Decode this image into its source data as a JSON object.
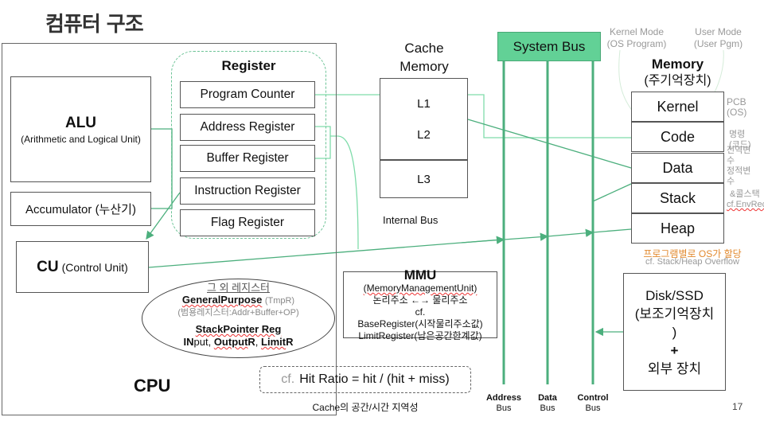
{
  "title": "컴퓨터 구조",
  "cpu": {
    "label": "CPU",
    "alu": {
      "name": "ALU",
      "desc": "(Arithmetic and Logical Unit)"
    },
    "accumulator": "Accumulator (누산기)",
    "cu": {
      "name": "CU",
      "desc": "(Control Unit)"
    },
    "register_group": {
      "title": "Register",
      "items": [
        "Program Counter",
        "Address Register",
        "Buffer Register",
        "Instruction Register",
        "Flag Register"
      ]
    },
    "other_registers": {
      "heading": "그 외 레지스터",
      "general_purpose": "GeneralPurpose",
      "general_purpose_note": "(TmpR)",
      "general_purpose_desc": "(범용레지스터:Addr+Buffer+OP)",
      "stack_pointer": "StackPointer Reg",
      "io_prefix_in": "IN",
      "io_rest_in": "put, ",
      "io_prefix_out": "Output",
      "io_rest_out": "R",
      "io_sep": ", ",
      "io_limit": "Limit",
      "io_limit_r": "R"
    }
  },
  "cache": {
    "title_line1": "Cache",
    "title_line2": "Memory",
    "levels": [
      "L1",
      "L2",
      "L3"
    ],
    "internal_bus": "Internal Bus"
  },
  "mmu": {
    "heading": "MMU",
    "lines": [
      "(MemoryManagementUnit)",
      "논리주소 ←→ 물리주소",
      "cf.",
      "BaseRegister(시작물리주소값)",
      "LimitRegister(남은공간한계값)"
    ]
  },
  "hit_ratio": {
    "cf": "cf.",
    "formula": "Hit Ratio  = hit / (hit + miss)",
    "caption": "Cache의 공간/시간 지역성"
  },
  "system_bus": {
    "label": "System Bus",
    "buses": [
      {
        "name": "Address",
        "sub": "Bus"
      },
      {
        "name": "Data",
        "sub": "Bus"
      },
      {
        "name": "Control",
        "sub": "Bus"
      }
    ]
  },
  "modes": {
    "kernel": [
      "Kernel Mode",
      "(OS Program)"
    ],
    "user": [
      "User Mode",
      "(User Pgm)"
    ]
  },
  "memory": {
    "title": "Memory",
    "subtitle": "(주기억장치)",
    "segments": [
      "Kernel",
      "Code",
      "Data",
      "Stack",
      "Heap"
    ],
    "notes": {
      "kernel": [
        "PCB",
        "(OS)"
      ],
      "code": [
        "명령",
        "(코드)"
      ],
      "data": [
        "전역변",
        "수",
        "정적변",
        "수"
      ],
      "stack": [
        "&콜스택",
        "cf.EnvRec"
      ]
    },
    "alloc_note": "프로그램별로 OS가 할당",
    "overflow_note": "cf. Stack/Heap Overflow"
  },
  "disk": {
    "lines": [
      "Disk/SSD",
      "(보조기억장치",
      ")",
      "+",
      "외부 장치"
    ]
  },
  "page_number": "17",
  "colors": {
    "accent": "#62d196",
    "line": "#4caf7d",
    "light_line": "#7fdcaa",
    "orange": "#e2892e"
  }
}
